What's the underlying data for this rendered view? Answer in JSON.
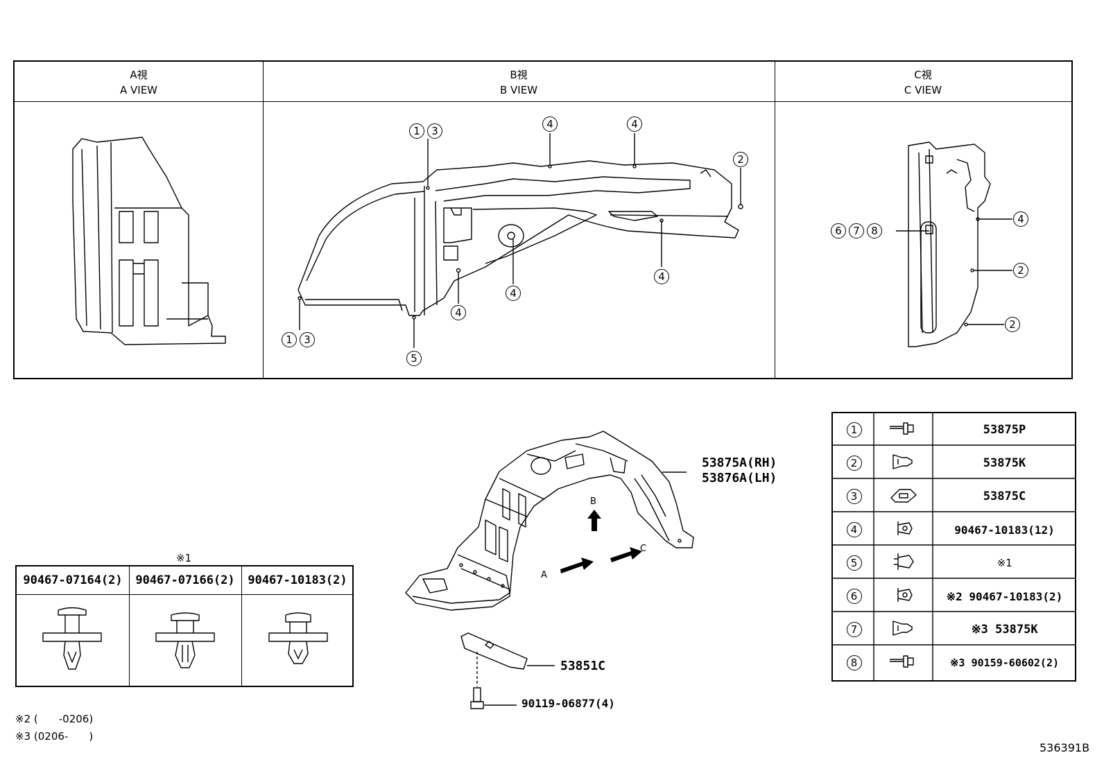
{
  "views": [
    {
      "jp": "A視",
      "en": "A VIEW"
    },
    {
      "jp": "B視",
      "en": "B VIEW"
    },
    {
      "jp": "C視",
      "en": "C VIEW"
    }
  ],
  "callouts": {
    "n1": "1",
    "n2": "2",
    "n3": "3",
    "n4": "4",
    "n5": "5",
    "n6": "6",
    "n7": "7",
    "n8": "8"
  },
  "clip_group": {
    "mark": "※1",
    "headers": [
      "90467-07164(2)",
      "90467-07166(2)",
      "90467-10183(2)"
    ]
  },
  "parts_table": [
    {
      "num": "1",
      "icon": "bolt-icon",
      "part": "53875P"
    },
    {
      "num": "2",
      "icon": "clip-icon",
      "part": "53875K"
    },
    {
      "num": "3",
      "icon": "nut-icon",
      "part": "53875C"
    },
    {
      "num": "4",
      "icon": "pin-clip-icon",
      "part": "90467-10183(12)"
    },
    {
      "num": "5",
      "icon": "push-clip-icon",
      "part": "※1"
    },
    {
      "num": "6",
      "icon": "pin-clip-icon",
      "part": "※2 90467-10183(2)"
    },
    {
      "num": "7",
      "icon": "clip-icon",
      "part": "※3 53875K"
    },
    {
      "num": "8",
      "icon": "bolt-icon",
      "part": "※3 90159-60602(2)"
    }
  ],
  "main_labels": {
    "liner_rh": "53875A(RH)",
    "liner_lh": "53876A(LH)",
    "bracket": "53851C",
    "bolt": "90119-06877(4)",
    "arrow_a": "A",
    "arrow_b": "B",
    "arrow_c": "C"
  },
  "notes": [
    "※2 (　　-0206)",
    "※3 (0206-　　)"
  ],
  "diagram_id": "536391B"
}
